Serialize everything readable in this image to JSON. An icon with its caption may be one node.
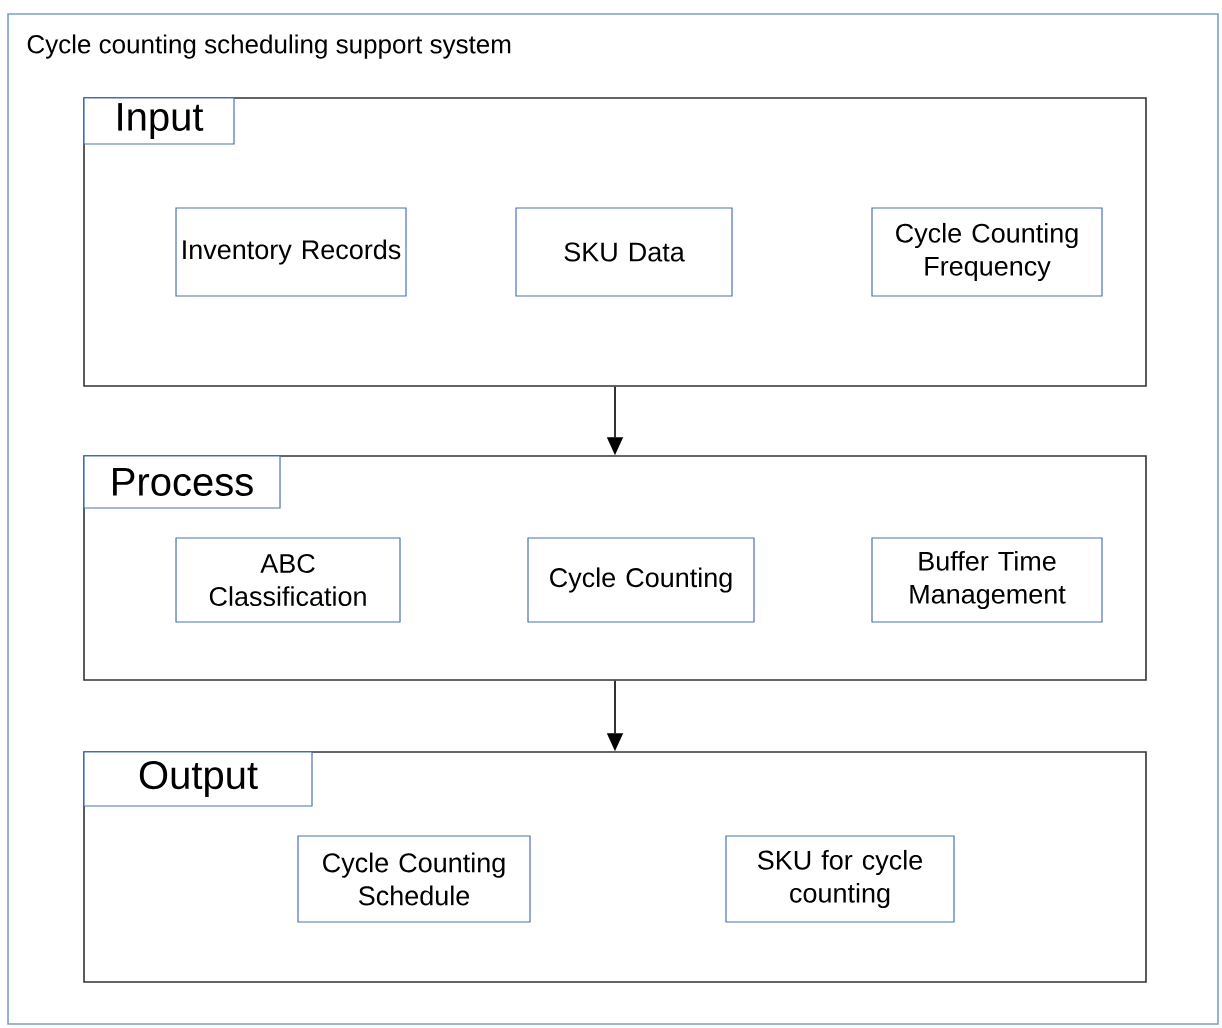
{
  "diagram": {
    "nodes": [
      {
        "text": [
          "Cycle counting scheduling support system"
        ]
      },
      {
        "text": [
          "Input"
        ],
        "in": 0
      },
      {
        "text": [
          "Inventory Records"
        ],
        "in": 1
      },
      {
        "text": [
          "SKU Data"
        ],
        "in": 1
      },
      {
        "text": [
          "Cycle Counting Frequency"
        ],
        "in": 1
      },
      {
        "text": [
          "Process"
        ],
        "in": 0
      },
      {
        "text": [
          "ABC Classification"
        ],
        "in": 5
      },
      {
        "text": [
          "Cycle Counting"
        ],
        "in": 5
      },
      {
        "text": [
          "Buffer Time Management"
        ],
        "in": 5
      },
      {
        "text": [
          "Output"
        ],
        "in": 0
      },
      {
        "text": [
          "Cycle Counting Schedule"
        ],
        "in": 9
      },
      {
        "text": [
          "SKU for cycle counting"
        ],
        "in": 9
      }
    ],
    "edges": [
      {
        "from": 1,
        "to": 5,
        "arrow": "to"
      },
      {
        "from": 5,
        "to": 9,
        "arrow": "to"
      }
    ]
  }
}
